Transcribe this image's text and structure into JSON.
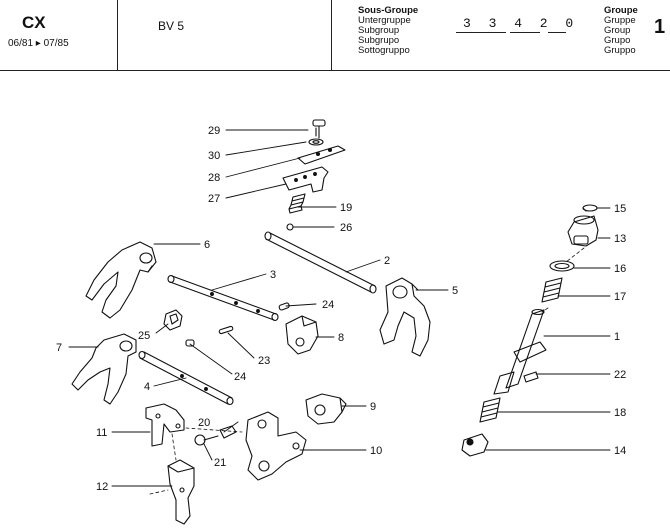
{
  "header": {
    "model": "CX",
    "dates": "06/81 ▸ 07/85",
    "assembly": "BV 5",
    "subgroup_labels": [
      "Sous-Groupe",
      "Untergruppe",
      "Subgroup",
      "Subgrupo",
      "Sottogruppo"
    ],
    "subgroup_code": "3 3 4   2 0",
    "group_labels": [
      "Groupe",
      "Gruppe",
      "Group",
      "Grupo",
      "Gruppo"
    ],
    "group_number": "1"
  },
  "callouts": [
    {
      "id": "c29",
      "text": "29"
    },
    {
      "id": "c30",
      "text": "30"
    },
    {
      "id": "c28",
      "text": "28"
    },
    {
      "id": "c27",
      "text": "27"
    },
    {
      "id": "c19",
      "text": "19"
    },
    {
      "id": "c26",
      "text": "26"
    },
    {
      "id": "c6",
      "text": "6"
    },
    {
      "id": "c3",
      "text": "3"
    },
    {
      "id": "c2",
      "text": "2"
    },
    {
      "id": "c5",
      "text": "5"
    },
    {
      "id": "c24a",
      "text": "24"
    },
    {
      "id": "c8",
      "text": "8"
    },
    {
      "id": "c25",
      "text": "25"
    },
    {
      "id": "c7",
      "text": "7"
    },
    {
      "id": "c23",
      "text": "23"
    },
    {
      "id": "c24b",
      "text": "24"
    },
    {
      "id": "c4",
      "text": "4"
    },
    {
      "id": "c9",
      "text": "9"
    },
    {
      "id": "c20",
      "text": "20"
    },
    {
      "id": "c11",
      "text": "11"
    },
    {
      "id": "c21",
      "text": "21"
    },
    {
      "id": "c10",
      "text": "10"
    },
    {
      "id": "c12",
      "text": "12"
    },
    {
      "id": "c15",
      "text": "15"
    },
    {
      "id": "c13",
      "text": "13"
    },
    {
      "id": "c16",
      "text": "16"
    },
    {
      "id": "c17",
      "text": "17"
    },
    {
      "id": "c1",
      "text": "1"
    },
    {
      "id": "c22",
      "text": "22"
    },
    {
      "id": "c18",
      "text": "18"
    },
    {
      "id": "c14",
      "text": "14"
    }
  ]
}
